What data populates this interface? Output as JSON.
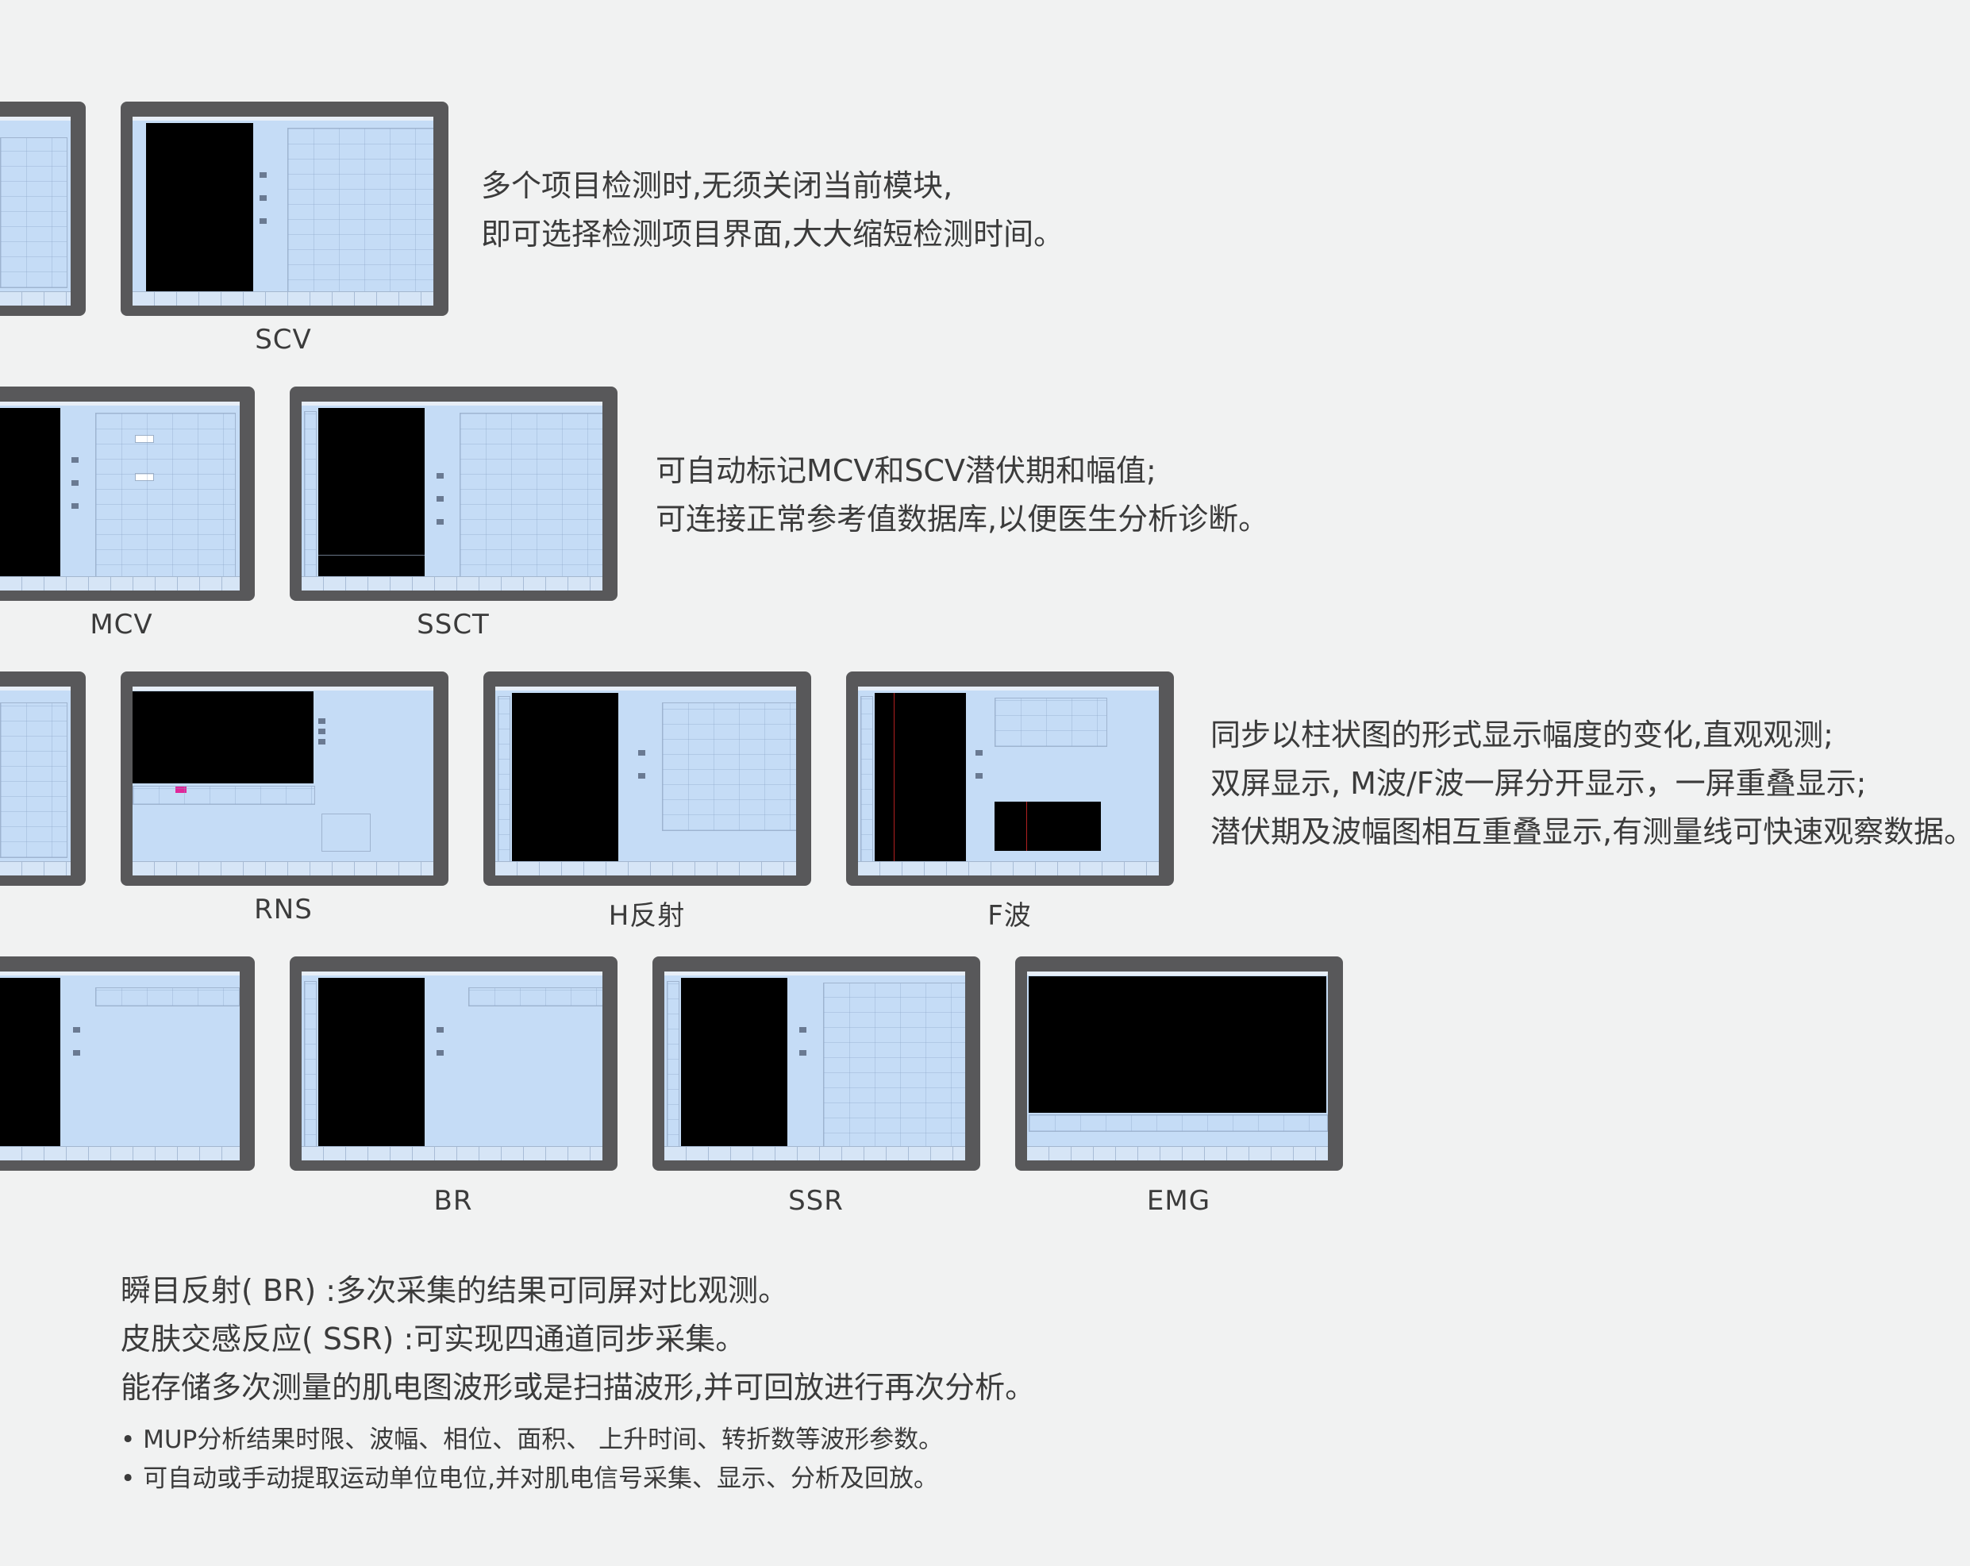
{
  "captions": {
    "scv": "SCV",
    "mcv": "MCV",
    "ssct": "SSCT",
    "rns": "RNS",
    "h_reflex": "H反射",
    "f_wave": "F波",
    "br": "BR",
    "ssr": "SSR",
    "emg": "EMG"
  },
  "paragraphs": {
    "row1": [
      "多个项目检测时,无须关闭当前模块,",
      "即可选择检测项目界面,大大缩短检测时间。"
    ],
    "row2": [
      "可自动标记MCV和SCV潜伏期和幅值;",
      "可连接正常参考值数据库,以便医生分析诊断。"
    ],
    "row3": [
      "同步以柱状图的形式显示幅度的变化,直观观测;",
      "双屏显示, M波/F波一屏分开显示，一屏重叠显示;",
      "潜伏期及波幅图相互重叠显示,有测量线可快速观察数据。"
    ],
    "bottom": [
      "瞬目反射( BR) :多次采集的结果可同屏对比观测。",
      "皮肤交感反应( SSR) :可实现四通道同步采集。",
      "能存储多次测量的肌电图波形或是扫描波形,并可回放进行再次分析。"
    ]
  },
  "bullets": [
    "• MUP分析结果时限、波幅、相位、面积、 上升时间、转折数等波形参数。",
    "• 可自动或手动提取运动单位电位,并对肌电信号采集、显示、分析及回放。"
  ],
  "colors": {
    "background": "#f1f2f2",
    "frame": "#58585a",
    "screen": "#c5dcf6",
    "scope": "#000000",
    "highlight_purple": "#9d57c6",
    "highlight_green": "#54a05a",
    "highlight_pink": "#e0279a"
  }
}
